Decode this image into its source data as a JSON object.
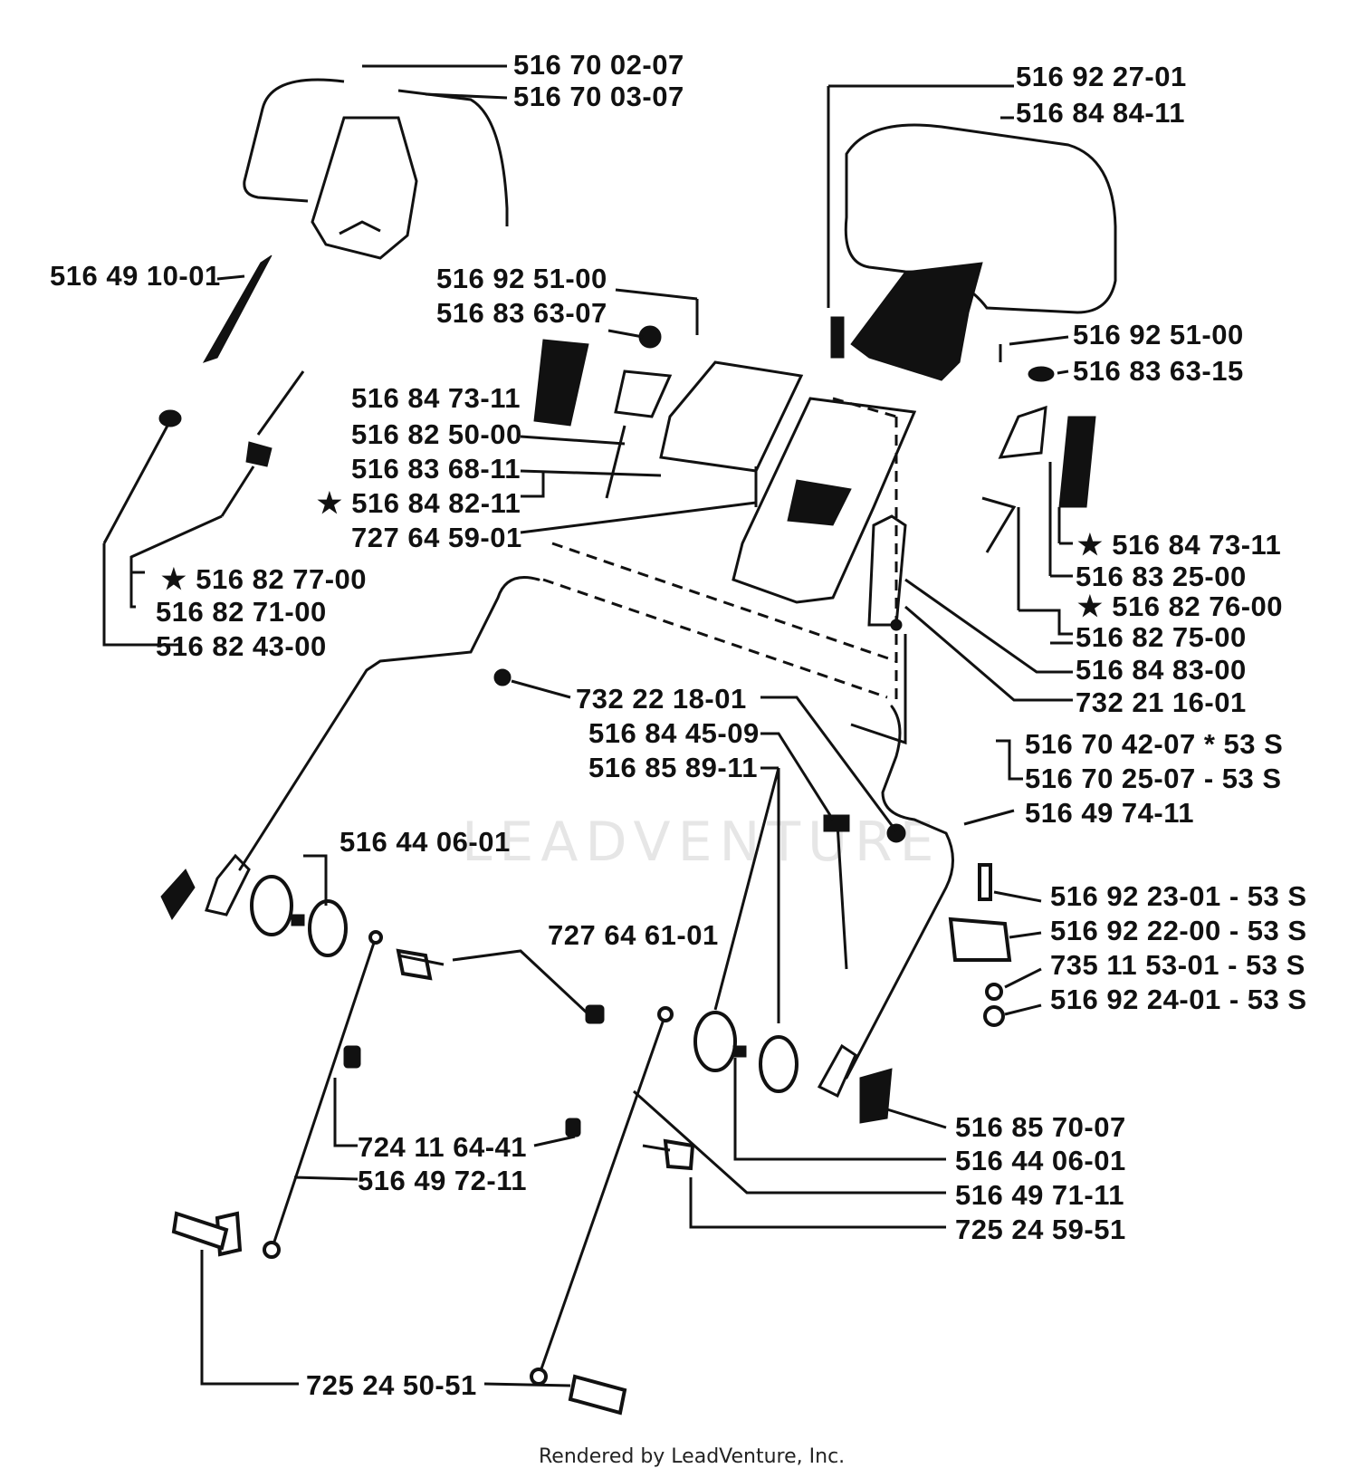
{
  "watermark": "LEADVENTURE",
  "footer": "Rendered by LeadVenture, Inc.",
  "labels": {
    "p01": "516 70 02-07",
    "p02": "516 70 03-07",
    "p03": "516 92 27-01",
    "p04": "516 84 84-11",
    "p05": "516 49 10-01",
    "p06": "516 92 51-00",
    "p07": "516 83 63-07",
    "p08": "516 92 51-00",
    "p09": "516 83 63-15",
    "p10": "516 84 73-11",
    "p11": "516 82 50-00",
    "p12": "516 83 68-11",
    "p13": "516 84 82-11",
    "p14": "727 64 59-01",
    "p15": "516 84 73-11",
    "p16": "516 83 25-00",
    "p17": "516 82 76-00",
    "p18": "516 82 75-00",
    "p19": "516 84 83-00",
    "p20": "732 21 16-01",
    "p21": "516 82 77-00",
    "p22": "516 82 71-00",
    "p23": "516 82 43-00",
    "p24": "732 22 18-01",
    "p25": "516 84 45-09",
    "p26": "516 85 89-11",
    "p27": "516 70 42-07 * 53 S",
    "p28": "516 70 25-07 - 53 S",
    "p29": "516 49 74-11",
    "p30": "516 44 06-01",
    "p31": "516 92 23-01 - 53 S",
    "p32": "516 92 22-00 - 53 S",
    "p33": "735 11 53-01 - 53 S",
    "p34": "516 92 24-01 - 53 S",
    "p35": "727 64 61-01",
    "p36": "516 85 70-07",
    "p37": "516 44 06-01",
    "p38": "724 11 64-41",
    "p39": "516 49 72-11",
    "p40": "516 49 71-11",
    "p41": "725 24 59-51",
    "p42": "725 24 50-51"
  },
  "star_symbol": "★"
}
